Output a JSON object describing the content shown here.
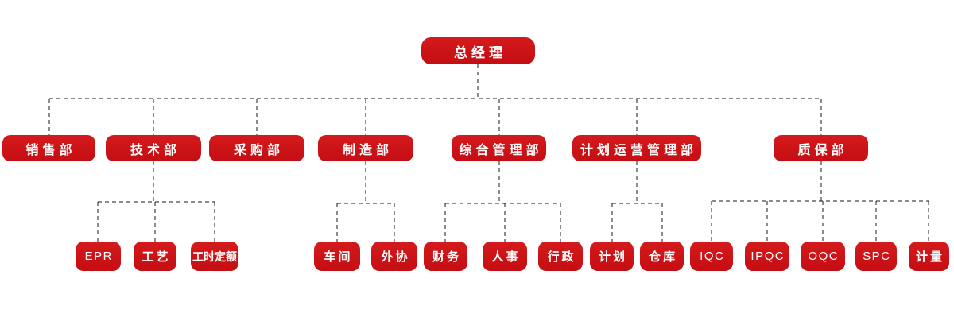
{
  "org_chart": {
    "root": {
      "label": "总经理"
    },
    "departments": [
      {
        "label": "销售部",
        "children": []
      },
      {
        "label": "技术部",
        "children": [
          {
            "label": "EPR"
          },
          {
            "label": "工艺"
          },
          {
            "label": "工时定额"
          }
        ]
      },
      {
        "label": "采购部",
        "children": []
      },
      {
        "label": "制造部",
        "children": [
          {
            "label": "车间"
          },
          {
            "label": "外协"
          }
        ]
      },
      {
        "label": "综合管理部",
        "children": [
          {
            "label": "财务"
          },
          {
            "label": "人事"
          },
          {
            "label": "行政"
          }
        ]
      },
      {
        "label": "计划运营管理部",
        "children": [
          {
            "label": "计划"
          },
          {
            "label": "仓库"
          }
        ]
      },
      {
        "label": "质保部",
        "children": [
          {
            "label": "IQC"
          },
          {
            "label": "IPQC"
          },
          {
            "label": "OQC"
          },
          {
            "label": "SPC"
          },
          {
            "label": "计量"
          }
        ]
      }
    ],
    "colors": {
      "node_fill": "#C9111A",
      "node_text": "#FFFFFF",
      "connector_line": "#1A1A1A",
      "background": "#FFFFFF"
    }
  }
}
